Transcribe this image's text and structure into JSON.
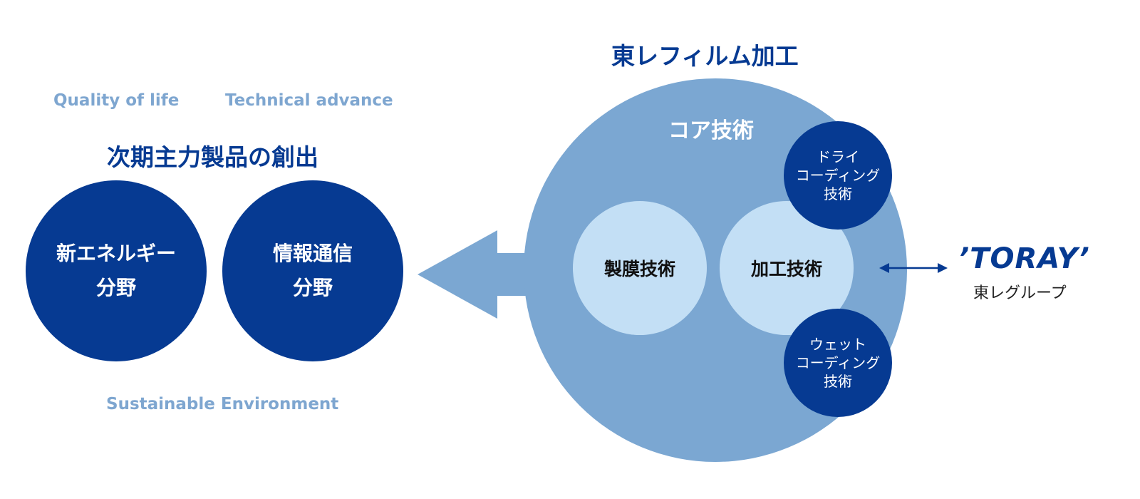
{
  "left": {
    "keywords": {
      "quality": "Quality of life",
      "technical": "Technical advance",
      "sustainable": "Sustainable Environment"
    },
    "heading": "次期主力製品の創出",
    "circles": [
      {
        "line1": "新エネルギー",
        "line2": "分野"
      },
      {
        "line1": "情報通信",
        "line2": "分野"
      }
    ]
  },
  "right": {
    "title": "東レフィルム加工",
    "core_label": "コア技術",
    "inner_circles": [
      "製膜技術",
      "加工技術"
    ],
    "dry_coating": {
      "line1": "ドライ",
      "line2": "コーディング",
      "line3": "技術"
    },
    "wet_coating": {
      "line1": "ウェット",
      "line2": "コーディング",
      "line3": "技術"
    }
  },
  "toray": {
    "logo": "’TORAY’",
    "subtitle": "東レグループ"
  },
  "colors": {
    "dark_blue": "#063a92",
    "mid_blue": "#7ba7d2",
    "light_blue": "#c3dff5",
    "keyword_blue": "#7ea6d0"
  },
  "icons": {
    "arrow": "left-pointing-block-arrow",
    "double_arrow": "double-headed-arrow"
  }
}
